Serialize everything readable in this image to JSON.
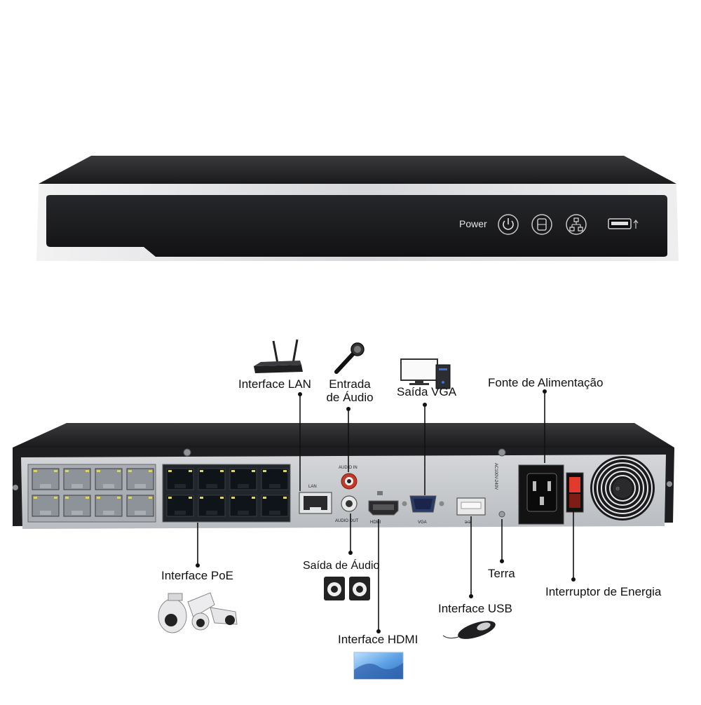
{
  "front_panel": {
    "power_label": "Power",
    "power_icon": "power-icon",
    "hdd_icon": "hdd-icon",
    "network_icon": "network-icon",
    "usb_icon": "usb-port-icon"
  },
  "rear_panel": {
    "port_labels": {
      "lan": "LAN",
      "audio_in": "AUDIO IN",
      "audio_out": "AUDIO OUT",
      "hdmi": "HDMI",
      "vga": "VGA",
      "usb": "⭄⭄",
      "power_rating": "AC100V-240V"
    }
  },
  "callouts": {
    "interface_lan": "Interface LAN",
    "entrada_audio_1": "Entrada",
    "entrada_audio_2": "de Áudio",
    "saida_vga": "Saída VGA",
    "fonte_alimentacao": "Fonte de Alimentação",
    "interface_poe": "Interface PoE",
    "saida_audio": "Saída de Áudio",
    "interface_hdmi": "Interface HDMI",
    "terra": "Terra",
    "interface_usb": "Interface USB",
    "interruptor_energia": "Interruptor de Energia"
  },
  "colors": {
    "chassis_dark": "#1c1c1e",
    "chassis_silver": "#d9dadc",
    "panel_grey": "#c9cbce",
    "accent_blue": "#7fb3e6"
  }
}
